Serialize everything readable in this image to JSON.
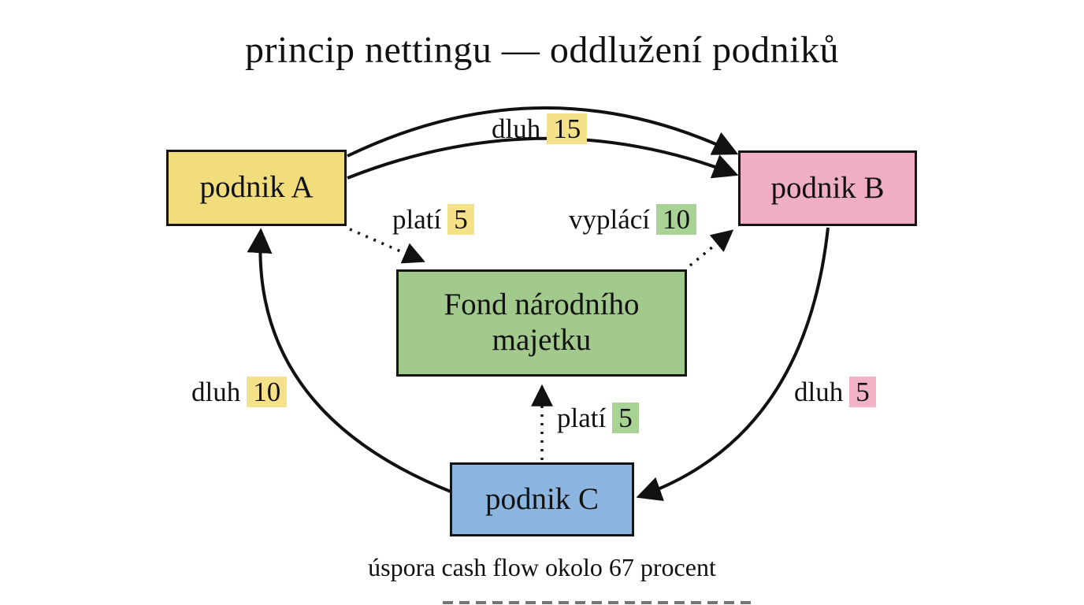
{
  "title": "princip nettingu — oddlužení podniků",
  "caption": "úspora cash flow okolo 67 procent",
  "nodes": {
    "podnik_a": {
      "label": "podnik A",
      "fill": "#f2dd7d"
    },
    "podnik_b": {
      "label": "podnik B",
      "fill": "#f0aec3"
    },
    "fond": {
      "line1": "Fond národního",
      "line2": "majetku",
      "fill": "#a3ca8d"
    },
    "podnik_c": {
      "label": "podnik C",
      "fill": "#8cb5df"
    }
  },
  "edges": {
    "a_to_b": {
      "label": "dluh",
      "value": "15",
      "highlight": "#f5e18a",
      "style": "double solid curve",
      "from": "podnik A",
      "to": "podnik B"
    },
    "a_to_fond": {
      "label": "platí",
      "value": "5",
      "highlight": "#f5e18a",
      "style": "dotted",
      "from": "podnik A",
      "to": "Fond národního majetku"
    },
    "fond_to_b": {
      "label": "vyplácí",
      "value": "10",
      "highlight": "#a9d295",
      "style": "dotted",
      "from": "Fond národního majetku",
      "to": "podnik B"
    },
    "c_to_a": {
      "label": "dluh",
      "value": "10",
      "highlight": "#f5e18a",
      "style": "solid curve",
      "from": "podnik C",
      "to": "podnik A"
    },
    "b_to_c": {
      "label": "dluh",
      "value": "5",
      "highlight": "#f2b3c6",
      "style": "solid curve",
      "from": "podnik B",
      "to": "podnik C"
    },
    "c_to_fond": {
      "label": "platí",
      "value": "5",
      "highlight": "#a9d295",
      "style": "dotted",
      "from": "podnik C",
      "to": "Fond národního majetku"
    }
  },
  "colors": {
    "background": "#ffffff",
    "line": "#111111",
    "node_border": "#151515"
  }
}
